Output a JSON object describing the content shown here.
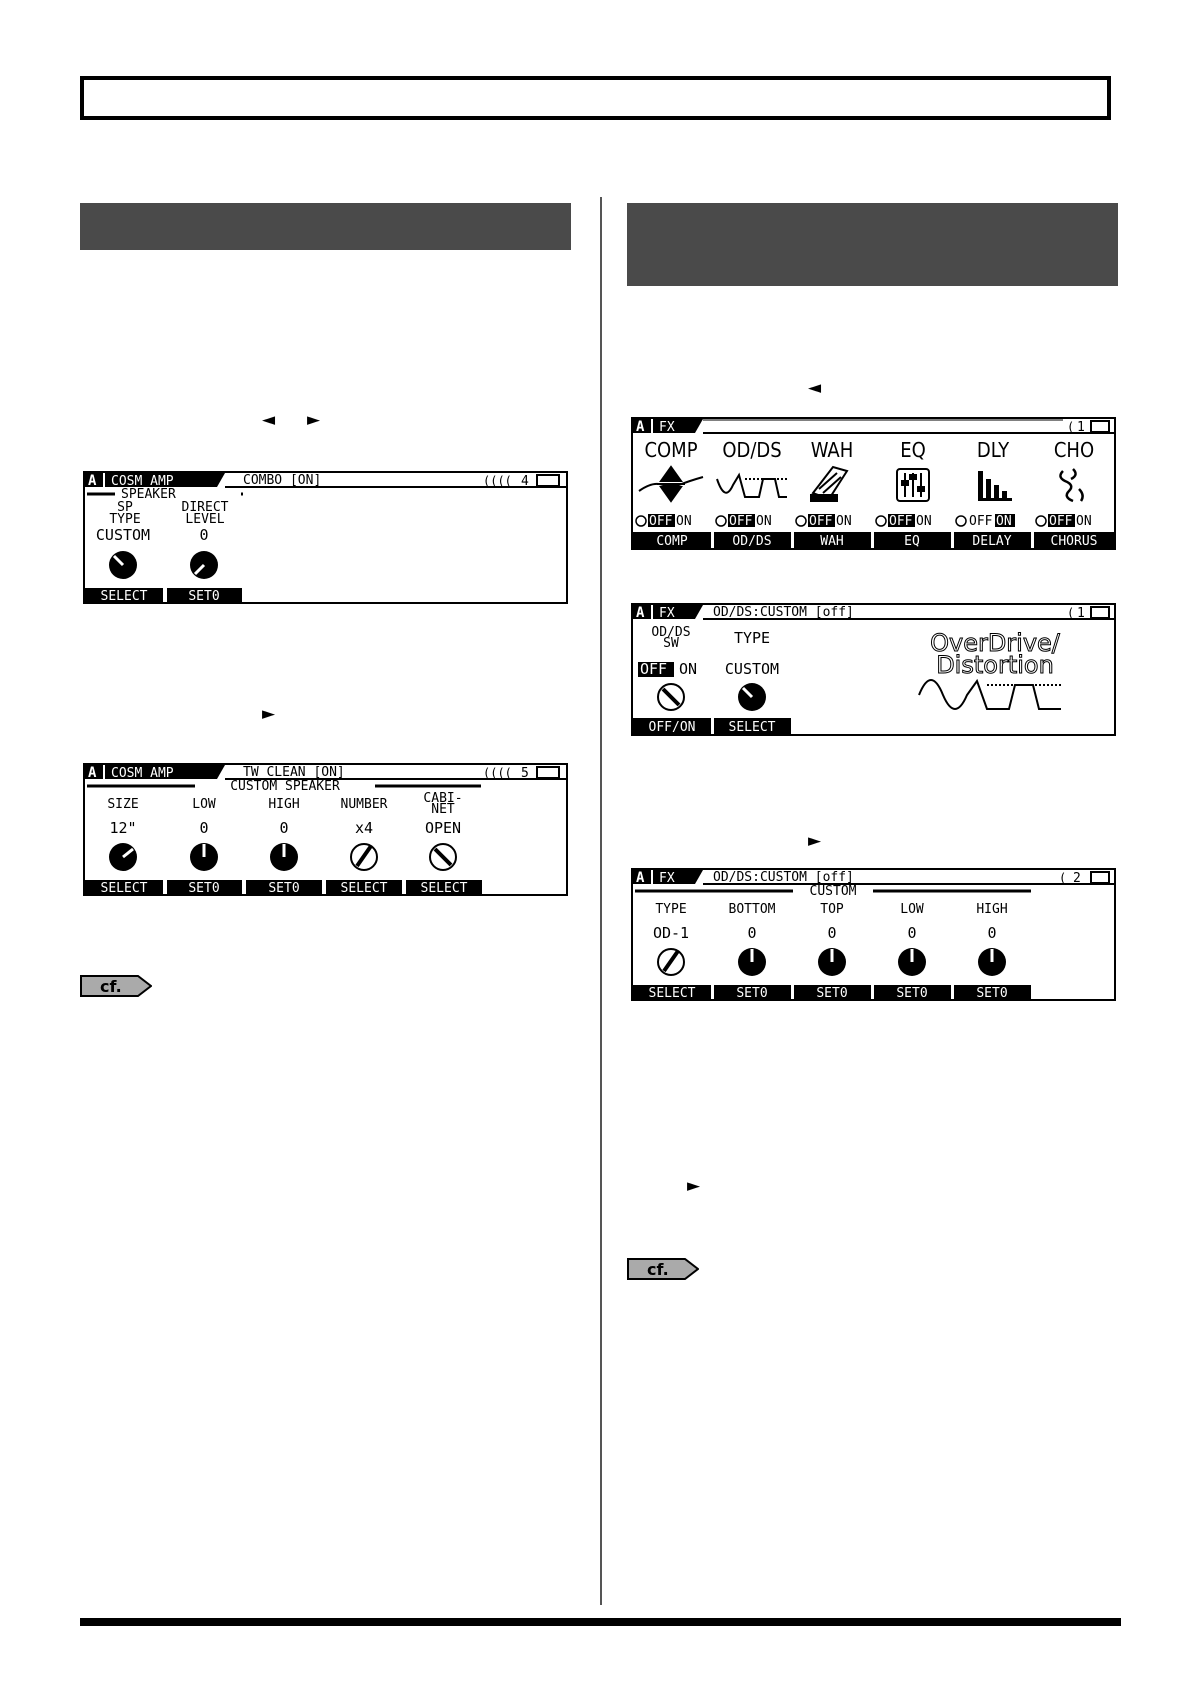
{
  "left": {
    "arrows1": [
      "◄",
      "►"
    ],
    "arrow2": "►",
    "cf_label": "cf.",
    "screen_speaker": {
      "title_a": "A",
      "title_mode": "COSM AMP",
      "title_patch": "COMBO [ON]",
      "page": "4",
      "section": "SPEAKER",
      "params": [
        {
          "label1": "SP",
          "label2": "TYPE",
          "value": "CUSTOM"
        },
        {
          "label1": "DIRECT",
          "label2": "LEVEL",
          "value": "0"
        }
      ],
      "func_buttons": [
        "SELECT",
        "SET0"
      ]
    },
    "screen_custom_speaker": {
      "title_a": "A",
      "title_mode": "COSM AMP",
      "title_patch": "TW CLEAN [ON]",
      "page": "5",
      "section": "CUSTOM SPEAKER",
      "params": [
        {
          "label": "SIZE",
          "value": "12\""
        },
        {
          "label": "LOW",
          "value": "0"
        },
        {
          "label": "HIGH",
          "value": "0"
        },
        {
          "label": "NUMBER",
          "value": "x4"
        },
        {
          "label1": "CABI-",
          "label2": "NET",
          "value": "OPEN"
        }
      ],
      "func_buttons": [
        "SELECT",
        "SET0",
        "SET0",
        "SELECT",
        "SELECT"
      ]
    }
  },
  "right": {
    "arrow1": "◄",
    "arrow2": "►",
    "arrow3": "►",
    "cf_label": "cf.",
    "screen_fx": {
      "title_a": "A",
      "title_mode": "FX",
      "page": "1",
      "effects": [
        {
          "name": "COMP",
          "off": "OFF",
          "on": "ON",
          "state": "off",
          "button": "COMP",
          "icon": "compressor-icon"
        },
        {
          "name": "OD/DS",
          "off": "OFF",
          "on": "ON",
          "state": "off",
          "button": "OD/DS",
          "icon": "overdrive-icon"
        },
        {
          "name": "WAH",
          "off": "OFF",
          "on": "ON",
          "state": "off",
          "button": "WAH",
          "icon": "wah-pedal-icon"
        },
        {
          "name": "EQ",
          "off": "OFF",
          "on": "ON",
          "state": "off",
          "button": "EQ",
          "icon": "equalizer-icon"
        },
        {
          "name": "DLY",
          "off": "OFF",
          "on": "ON",
          "state": "on",
          "button": "DELAY",
          "icon": "delay-icon"
        },
        {
          "name": "CHO",
          "off": "OFF",
          "on": "ON",
          "state": "off",
          "button": "CHORUS",
          "icon": "chorus-icon"
        }
      ]
    },
    "screen_odds": {
      "title_a": "A",
      "title_mode": "FX",
      "title_patch": "OD/DS:CUSTOM [off]",
      "page": "1",
      "sw_label1": "OD/DS",
      "sw_label2": "SW",
      "sw_off": "OFF",
      "sw_on": "ON",
      "type_label": "TYPE",
      "type_value": "CUSTOM",
      "graphic_line1": "OverDrive/",
      "graphic_line2": "Distortion",
      "func_buttons": [
        "OFF/ON",
        "SELECT"
      ]
    },
    "screen_custom": {
      "title_a": "A",
      "title_mode": "FX",
      "title_patch": "OD/DS:CUSTOM [off]",
      "page": "2",
      "section": "CUSTOM",
      "params": [
        {
          "label": "TYPE",
          "value": "OD-1"
        },
        {
          "label": "BOTTOM",
          "value": "0"
        },
        {
          "label": "TOP",
          "value": "0"
        },
        {
          "label": "LOW",
          "value": "0"
        },
        {
          "label": "HIGH",
          "value": "0"
        }
      ],
      "func_buttons": [
        "SELECT",
        "SET0",
        "SET0",
        "SET0",
        "SET0"
      ]
    }
  }
}
